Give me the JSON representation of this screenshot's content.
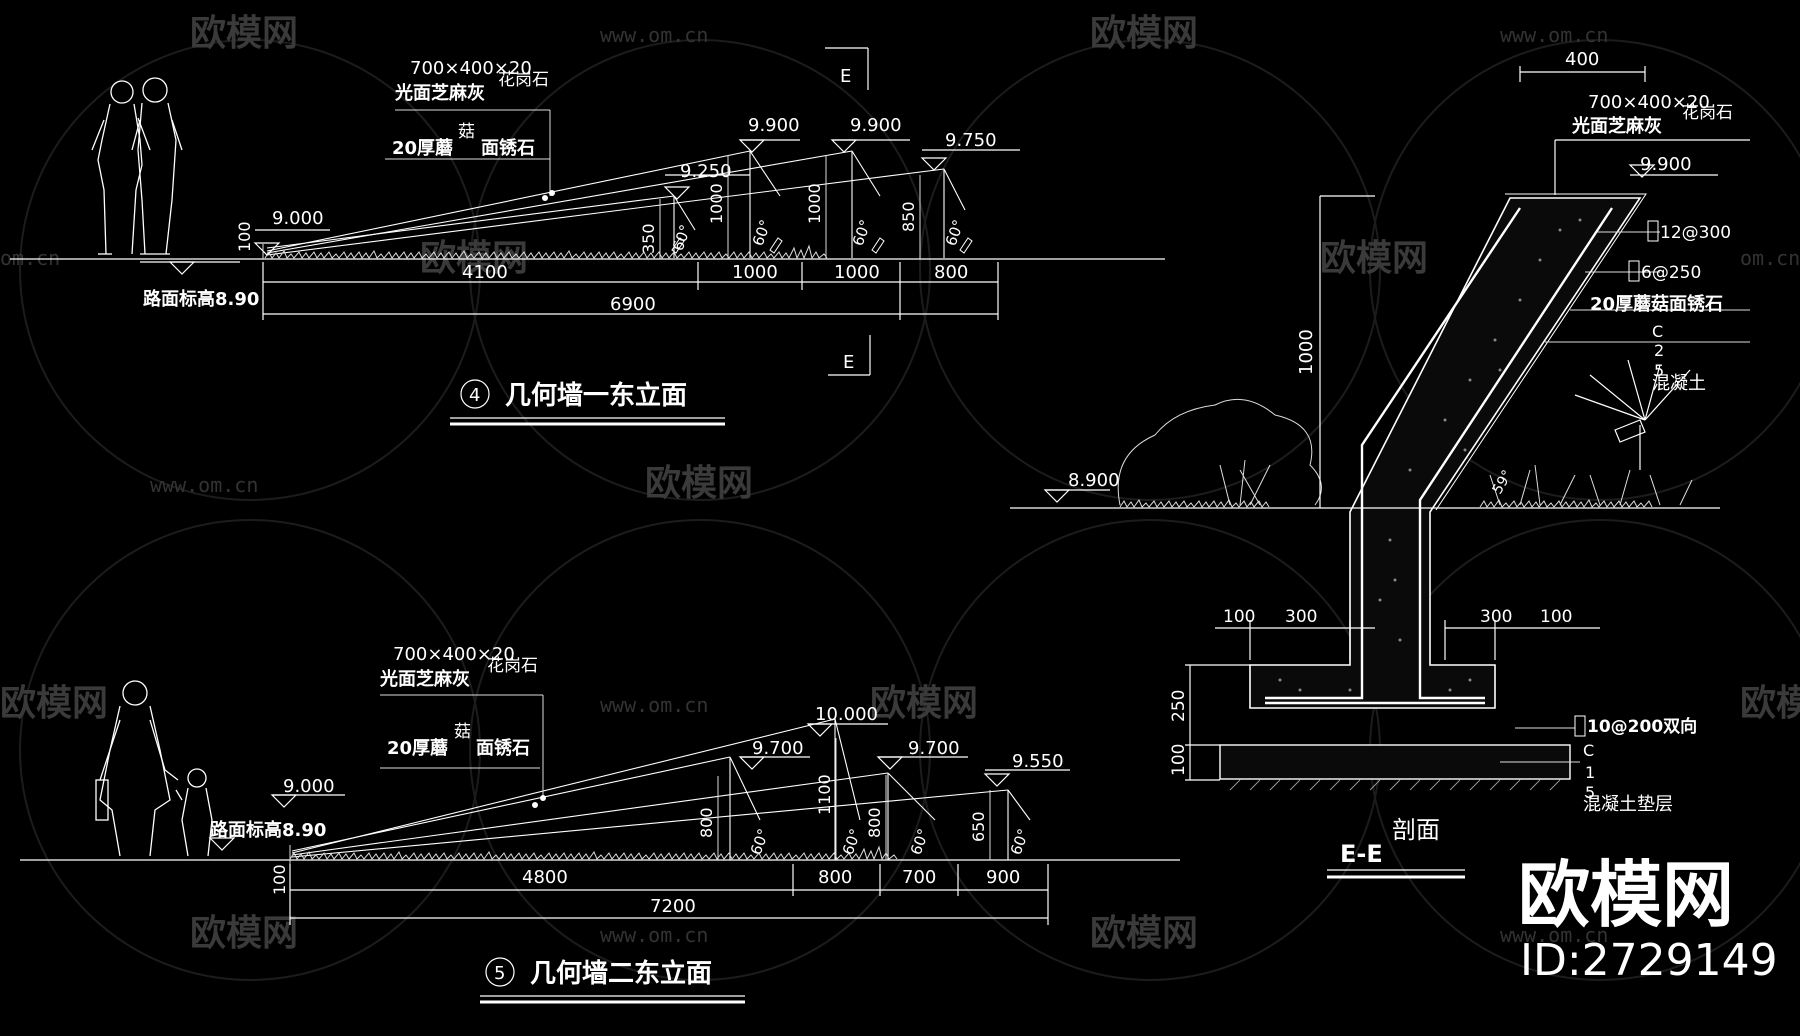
{
  "watermark": {
    "brand": "欧模网",
    "site": "www.om.cn",
    "site_short": "om.cn",
    "id_label": "ID:2729149"
  },
  "elev1": {
    "title_num": "4",
    "title": "几何墙一东立面",
    "material1_size": "700×400×20",
    "material1_name": "光面芝麻灰",
    "material1_suffix": "花岗石",
    "material2_a": "20厚蘑",
    "material2_b": "菇",
    "material2_c": "面锈石",
    "road_label": "路面标高8.90",
    "section_mark": "E",
    "levels": [
      "9.000",
      "9.250",
      "9.900",
      "9.900",
      "9.750"
    ],
    "heights": [
      "100",
      "350",
      "1000",
      "1000",
      "850"
    ],
    "angle": "60°",
    "spans": [
      "4100",
      "1000",
      "1000",
      "800"
    ],
    "total": "6900"
  },
  "elev2": {
    "title_num": "5",
    "title": "几何墙二东立面",
    "material1_size": "700×400×20",
    "material1_name": "光面芝麻灰",
    "material1_suffix": "花岗石",
    "material2_a": "20厚蘑",
    "material2_b": "菇",
    "material2_c": "面锈石",
    "road_label": "路面标高8.90",
    "levels": [
      "9.000",
      "9.700",
      "10.000",
      "9.700",
      "9.550"
    ],
    "heights": [
      "100",
      "800",
      "1100",
      "800",
      "650"
    ],
    "angle": "60°",
    "spans": [
      "4800",
      "800",
      "700",
      "900"
    ],
    "total": "7200"
  },
  "section": {
    "title": "E-E",
    "title_suffix": "剖面",
    "top_width": "400",
    "material1_size": "700×400×20",
    "material1_name": "光面芝麻灰",
    "material1_suffix": "花岗石",
    "top_level": "9.900",
    "rebar1": "12@300",
    "rebar2": "6@250",
    "finish": "20厚蘑菇面锈石",
    "concrete_note_letters": [
      "C",
      "2",
      "5"
    ],
    "concrete_label": "混凝土",
    "ground_level": "8.900",
    "wall_height": "1000",
    "base_dims": [
      "100",
      "300",
      "300",
      "100"
    ],
    "base_rebar": "10@200双向",
    "base_heights": [
      "250",
      "100"
    ],
    "pad_letters": [
      "C",
      "1",
      "5"
    ],
    "pad_label": "混凝土垫层",
    "angle": "59°"
  }
}
